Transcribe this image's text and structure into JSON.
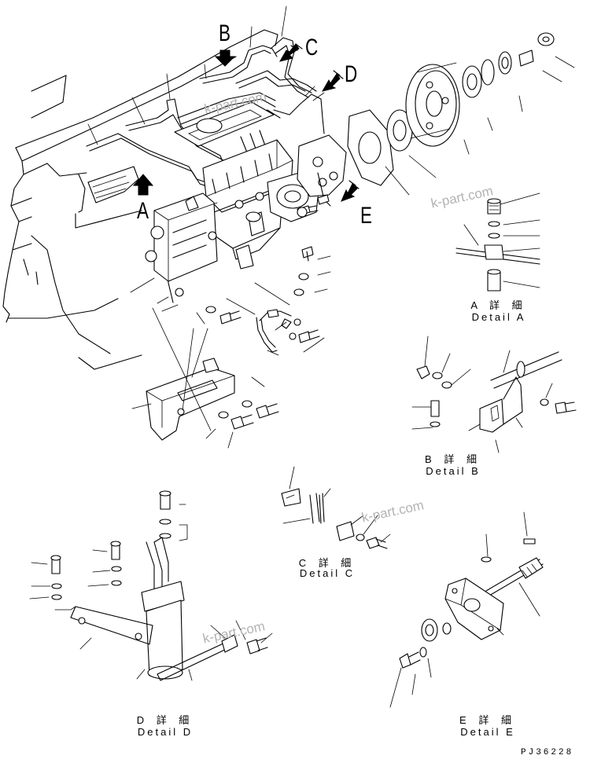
{
  "callouts": {
    "a": "A",
    "b": "B",
    "c": "C",
    "d": "D",
    "e": "E"
  },
  "details": {
    "a": {
      "jp": "A 詳 細",
      "en": "Detail A"
    },
    "b": {
      "jp": "B 詳 細",
      "en": "Detail B"
    },
    "c": {
      "jp": "C 詳 細",
      "en": "Detail C"
    },
    "d": {
      "jp": "D 詳 細",
      "en": "Detail D"
    },
    "e": {
      "jp": "E 詳 細",
      "en": "Detail E"
    }
  },
  "watermark": "k-part.com",
  "drawing_code": "PJ36228",
  "colors": {
    "line": "#000000",
    "background": "#ffffff",
    "watermark": "#b3b3b3"
  }
}
